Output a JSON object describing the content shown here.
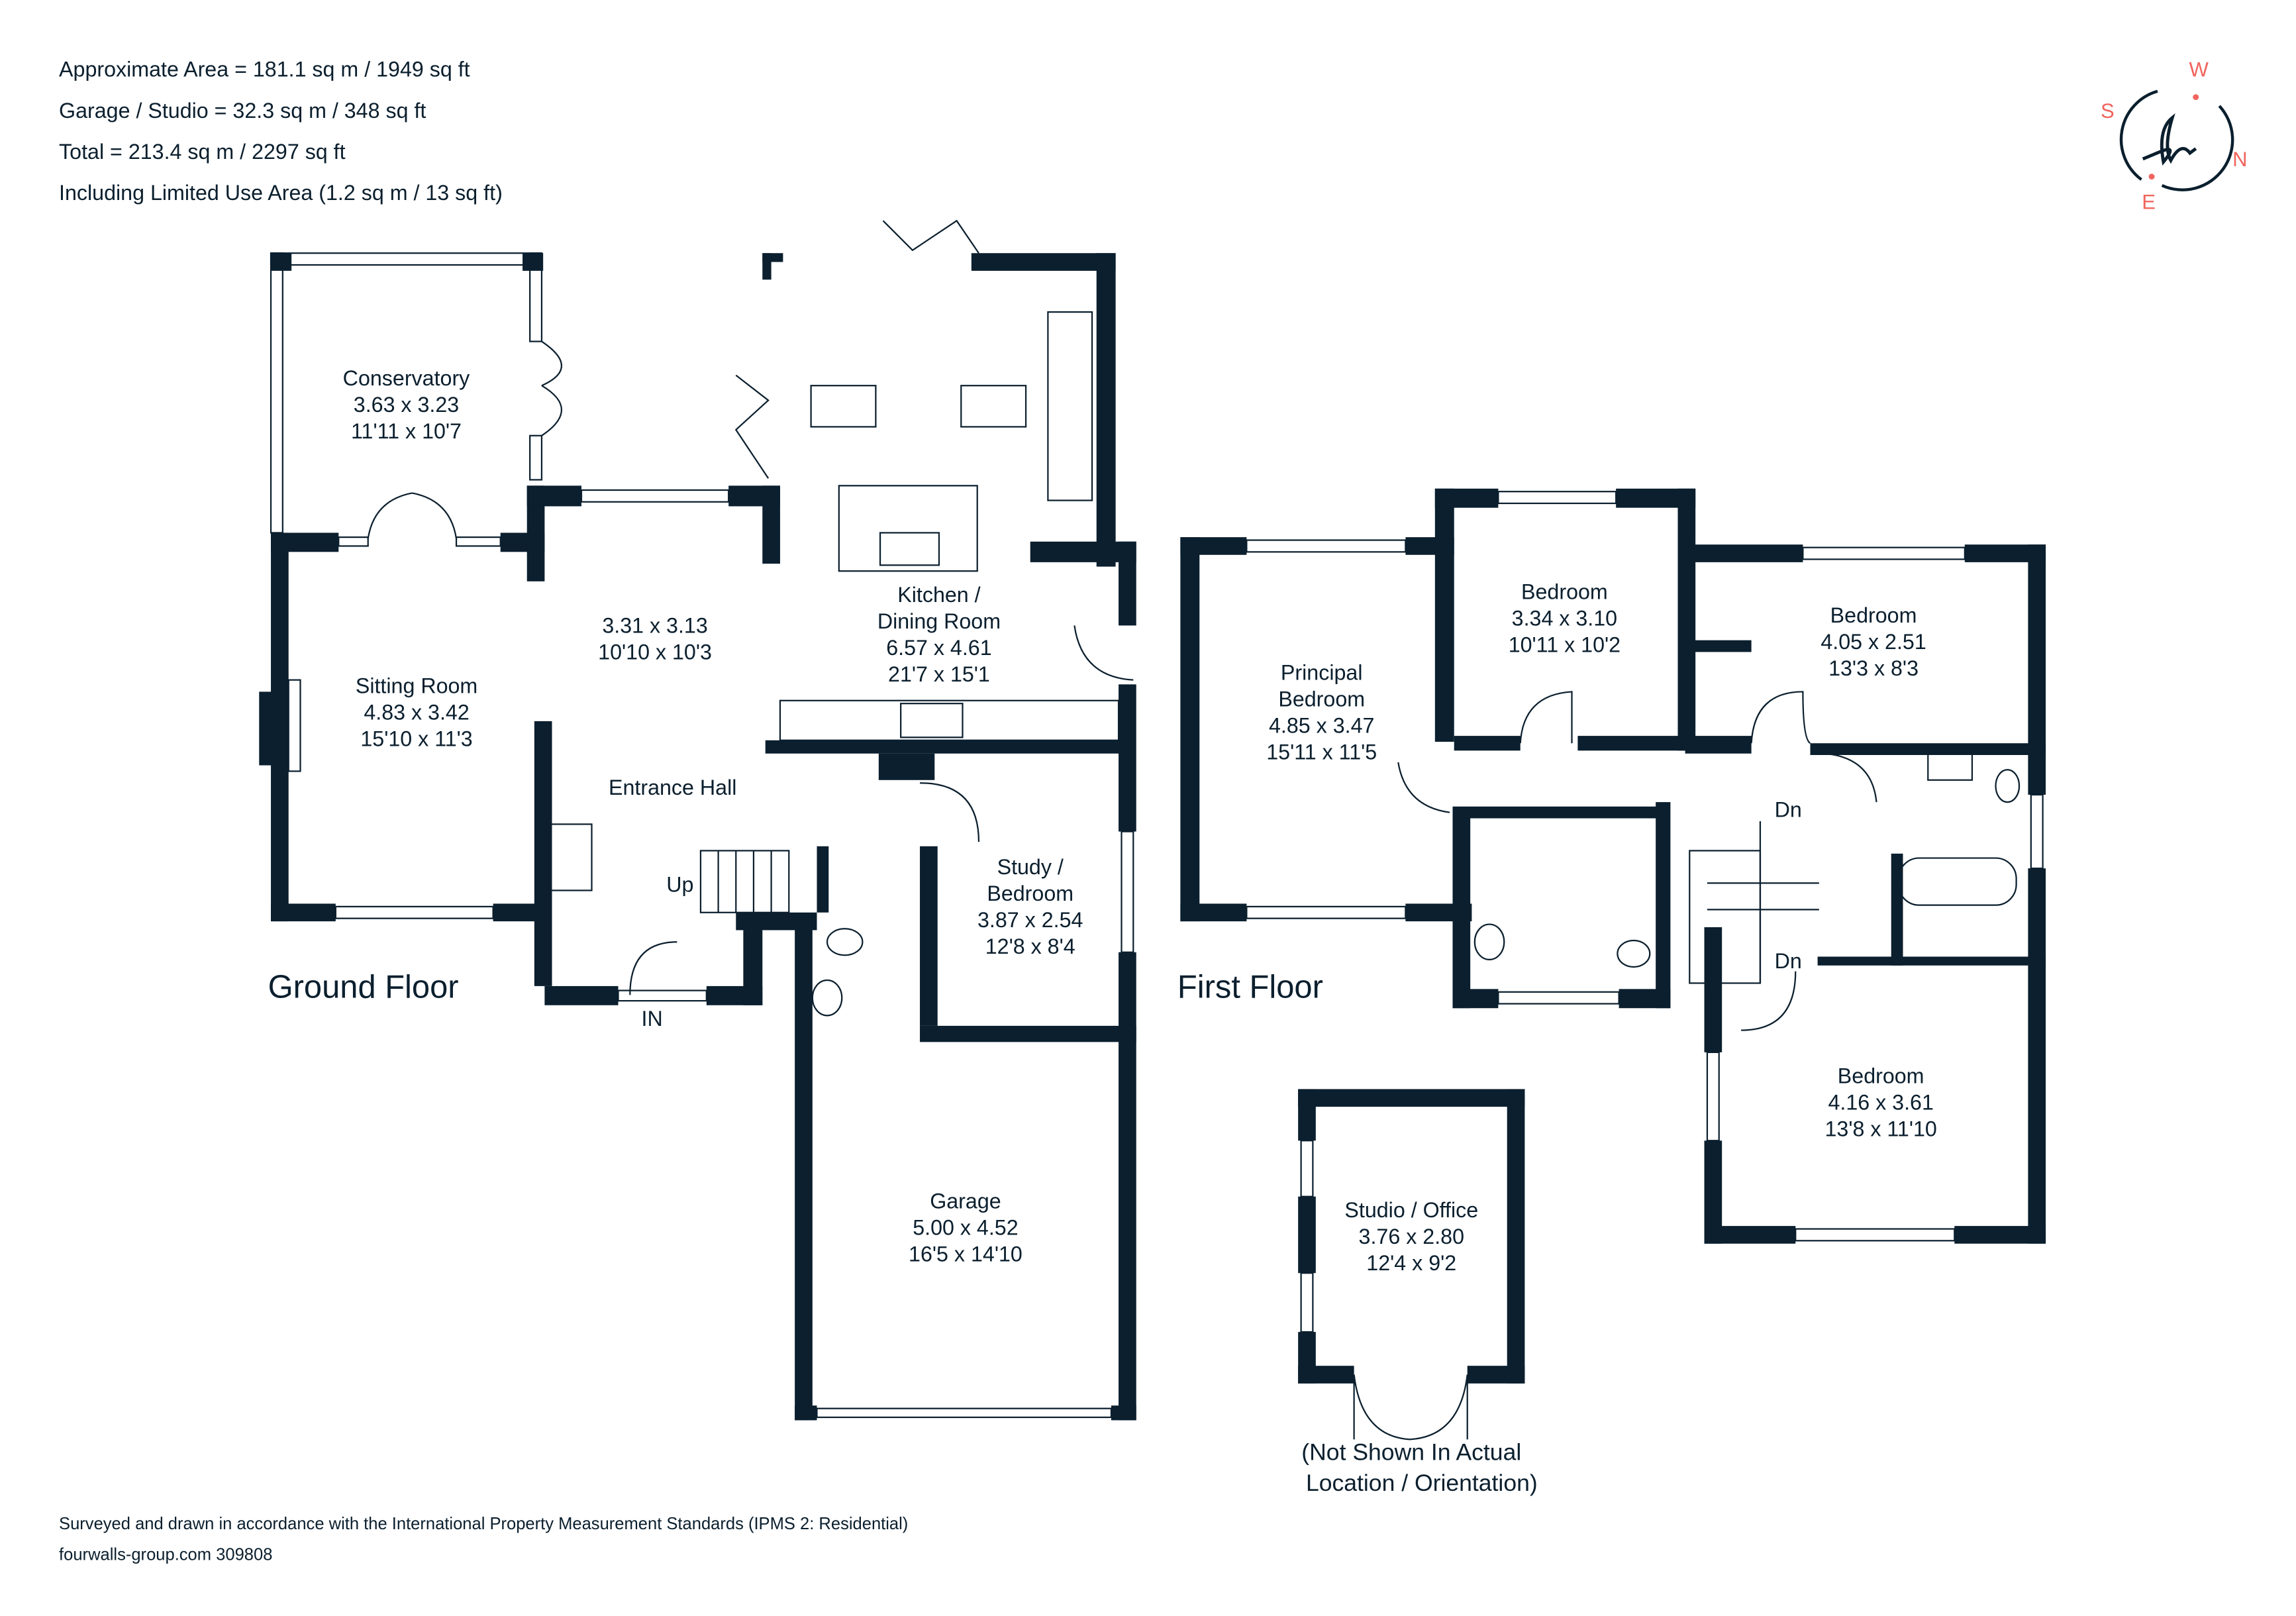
{
  "header": {
    "area_lines": [
      "Approximate Area = 181.1 sq m / 1949 sq ft",
      "Garage / Studio = 32.3 sq m / 348 sq ft",
      "Total = 213.4 sq m / 2297 sq ft",
      "Including Limited Use Area (1.2 sq m / 13 sq ft)"
    ]
  },
  "compass": {
    "letters": [
      "W",
      "S",
      "N",
      "E"
    ],
    "logo_text": "h",
    "accent_color": "#f0655e",
    "ink_color": "#0b1f2e"
  },
  "ground_floor": {
    "title": "Ground Floor",
    "rooms": [
      {
        "name": "Conservatory",
        "metric": "3.63 x 3.23",
        "imperial": "11'11 x 10'7"
      },
      {
        "name": "Sitting Room",
        "metric": "4.83 x 3.42",
        "imperial": "15'10 x 11'3"
      },
      {
        "name": "",
        "metric": "3.31 x 3.13",
        "imperial": "10'10 x 10'3"
      },
      {
        "name_line1": "Kitchen /",
        "name_line2": "Dining Room",
        "metric": "6.57 x 4.61",
        "imperial": "21'7 x 15'1"
      },
      {
        "name": "Entrance Hall"
      },
      {
        "name_line1": "Study /",
        "name_line2": "Bedroom",
        "metric": "3.87 x 2.54",
        "imperial": "12'8 x 8'4"
      },
      {
        "name": "Garage",
        "metric": "5.00 x 4.52",
        "imperial": "16'5 x 14'10"
      }
    ],
    "stair_label": "Up",
    "entrance_label": "IN"
  },
  "first_floor": {
    "title": "First Floor",
    "rooms": [
      {
        "name_line1": "Principal",
        "name_line2": "Bedroom",
        "metric": "4.85 x 3.47",
        "imperial": "15'11 x 11'5"
      },
      {
        "name": "Bedroom",
        "metric": "3.34 x 3.10",
        "imperial": "10'11 x 10'2"
      },
      {
        "name": "Bedroom",
        "metric": "4.05 x 2.51",
        "imperial": "13'3 x 8'3"
      },
      {
        "name": "Bedroom",
        "metric": "4.16 x 3.61",
        "imperial": "13'8 x 11'10"
      }
    ],
    "stair_labels": [
      "Dn",
      "Dn"
    ]
  },
  "studio": {
    "name": "Studio / Office",
    "metric": "3.76 x 2.80",
    "imperial": "12'4 x 9'2",
    "note_line1": "(Not Shown In Actual",
    "note_line2": "Location / Orientation)"
  },
  "footer": {
    "standards": "Surveyed and drawn in accordance with the International Property Measurement Standards (IPMS 2: Residential)",
    "reference": "fourwalls-group.com 309808"
  }
}
